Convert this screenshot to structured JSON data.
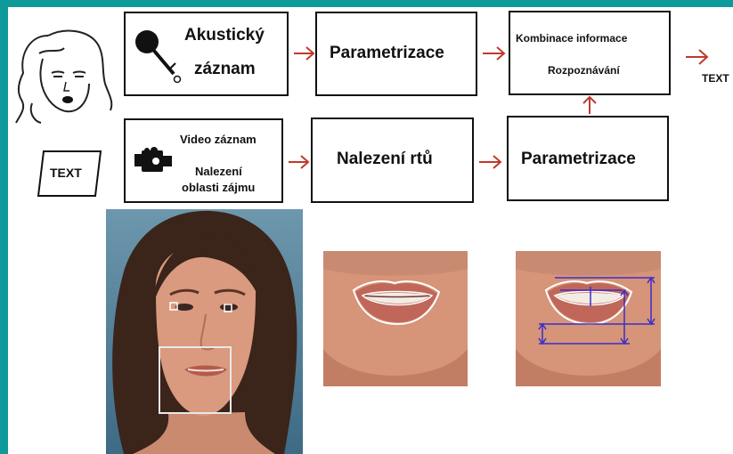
{
  "boxes": {
    "acoustic": {
      "line1": "Akustický",
      "line2": "záznam"
    },
    "param_top": "Parametrizace",
    "combine": {
      "line1": "Kombinace informace",
      "line2": "Rozpoznávání"
    },
    "video": {
      "line1": "Video záznam",
      "line2": "Nalezení",
      "line3": "oblasti zájmu"
    },
    "lips": "Nalezení rtů",
    "param_bottom": "Parametrizace"
  },
  "output_label": "TEXT",
  "card_label": "TEXT",
  "icons": [
    "woman-face-icon",
    "microphone-icon",
    "video-camera-icon"
  ],
  "colors": {
    "frame": "#0e9a9a",
    "arrow": "#c0392b",
    "measure_lines": "#3a2fc8",
    "lip_contour": "#ffffff"
  }
}
